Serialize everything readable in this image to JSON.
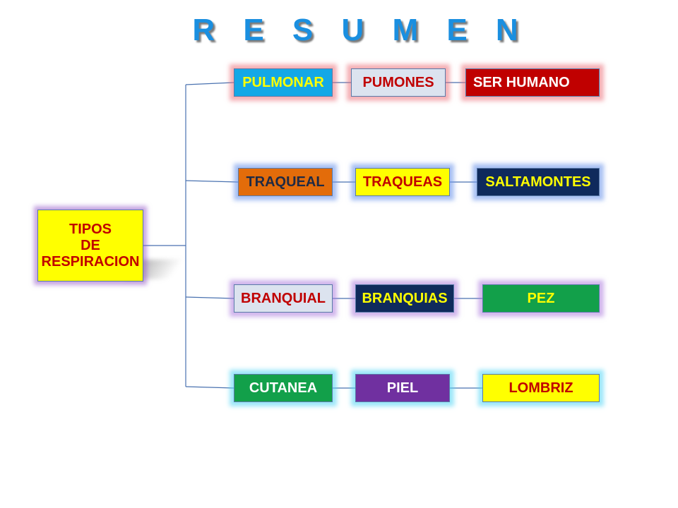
{
  "title": "R E S U M E N",
  "root": {
    "lines": [
      "TIPOS",
      "DE",
      "RESPIRACION"
    ],
    "bg": "#ffff00",
    "color": "#c00000"
  },
  "rows": [
    {
      "type": {
        "label": "PULMONAR",
        "bg": "#14a8e6",
        "color": "#ffff00"
      },
      "organ": {
        "label": "PUMONES",
        "bg": "#dce3ef",
        "color": "#c00000"
      },
      "organism": {
        "label": "SER HUMANO",
        "bg": "#c00000",
        "color": "#ffffff"
      }
    },
    {
      "type": {
        "label": "TRAQUEAL",
        "bg": "#e36c0a",
        "color": "#1f2a44"
      },
      "organ": {
        "label": "TRAQUEAS",
        "bg": "#ffff00",
        "color": "#c00000"
      },
      "organism": {
        "label": "SALTAMONTES",
        "bg": "#0f2a5c",
        "color": "#ffff00"
      }
    },
    {
      "type": {
        "label": "BRANQUIAL",
        "bg": "#dce3ef",
        "color": "#c00000"
      },
      "organ": {
        "label": "BRANQUIAS",
        "bg": "#0f2a5c",
        "color": "#ffff00"
      },
      "organism": {
        "label": "PEZ",
        "bg": "#12a04a",
        "color": "#ffff00"
      }
    },
    {
      "type": {
        "label": "CUTANEA",
        "bg": "#12a04a",
        "color": "#ffffff"
      },
      "organ": {
        "label": "PIEL",
        "bg": "#7030a0",
        "color": "#ffffff"
      },
      "organism": {
        "label": "LOMBRIZ",
        "bg": "#ffff00",
        "color": "#c00000"
      }
    }
  ]
}
